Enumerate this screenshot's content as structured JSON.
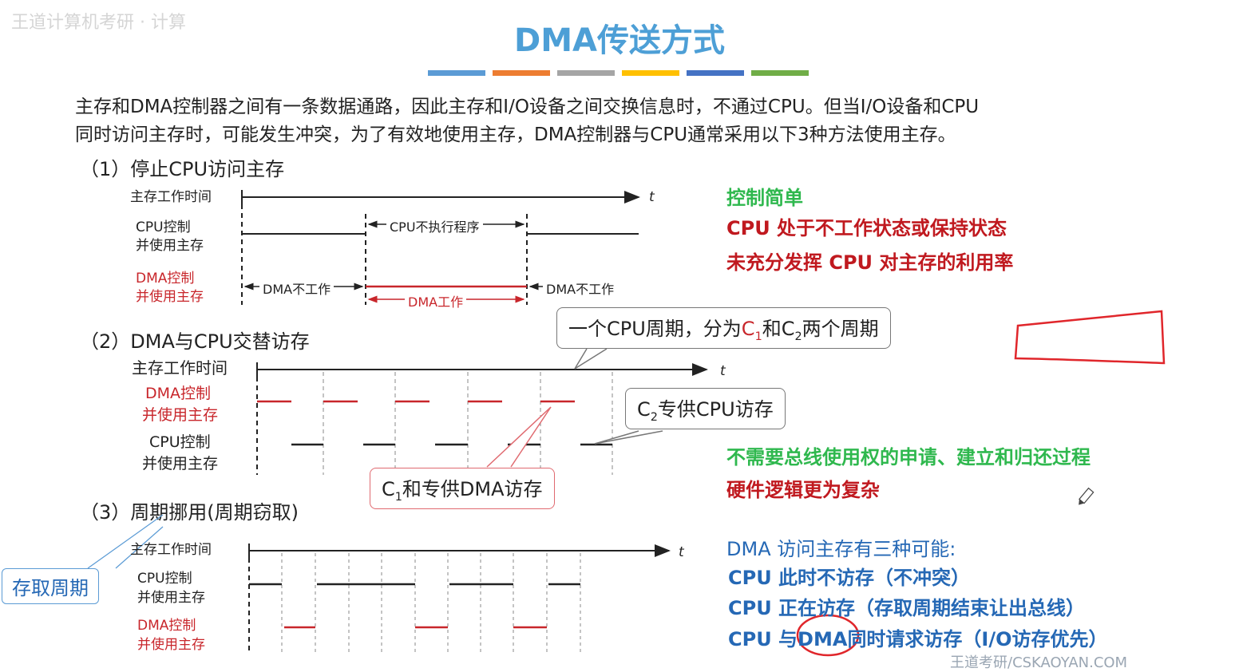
{
  "watermark_top": "王道计算机考研 · 计算",
  "watermark_footer": "王道考研/CSKAOYAN.COM",
  "title": "DMA传送方式",
  "accent_colors": [
    "#5b9bd5",
    "#ed7d31",
    "#a5a5a5",
    "#ffc000",
    "#4472c4",
    "#70ad47"
  ],
  "intro": {
    "line1": "主存和DMA控制器之间有一条数据通路，因此主存和I/O设备之间交换信息时，不通过CPU。但当I/O设备和CPU",
    "line2": "同时访问主存时，可能发生冲突，为了有效地使用主存，DMA控制器与CPU通常采用以下3种方法使用主存。"
  },
  "sections": {
    "s1": {
      "heading": "（1）停止CPU访问主存",
      "mem_time": "主存工作时间",
      "t": "t",
      "cpu_label": [
        "CPU控制",
        "并使用主存"
      ],
      "dma_label": [
        "DMA控制",
        "并使用主存"
      ],
      "cpu_idle": "CPU不执行程序",
      "dma_idle_left": "DMA不工作",
      "dma_work": "DMA工作",
      "dma_idle_right": "DMA不工作",
      "notes": [
        "控制简单",
        "CPU 处于不工作状态或保持状态",
        "未充分发挥 CPU 对主存的利用率"
      ]
    },
    "s2": {
      "heading": "（2）DMA与CPU交替访存",
      "mem_time": "主存工作时间",
      "t": "t",
      "dma_label": [
        "DMA控制",
        "并使用主存"
      ],
      "cpu_label": [
        "CPU控制",
        "并使用主存"
      ],
      "callout_top": {
        "pre": "一个CPU周期，分为",
        "c1": "C",
        "s1": "1",
        "mid": "和C",
        "s2": "2",
        "post": "两个周期"
      },
      "callout_c2": {
        "c": "C",
        "s": "2",
        "post": "专供CPU访存"
      },
      "callout_c1": {
        "c": "C",
        "s": "1",
        "post": "和专供DMA访存"
      },
      "notes": [
        "不需要总线使用权的申请、建立和归还过程",
        "硬件逻辑更为复杂"
      ]
    },
    "s3": {
      "heading": "（3）周期挪用(周期窃取)",
      "mem_time": "主存工作时间",
      "t": "t",
      "cpu_label": [
        "CPU控制",
        "并使用主存"
      ],
      "dma_label": [
        "DMA控制",
        "并使用主存"
      ],
      "callout": "存取周期",
      "notes": {
        "head": "DMA 访问主存有三种可能:",
        "l1": "CPU 此时不访存（不冲突）",
        "l2": "CPU 正在访存（存取周期结束让出总线）",
        "l3_pre": "CPU 与",
        "l3_dma": "DMA",
        "l3_post": "同时请求访存（I/O访存优先）"
      }
    }
  }
}
